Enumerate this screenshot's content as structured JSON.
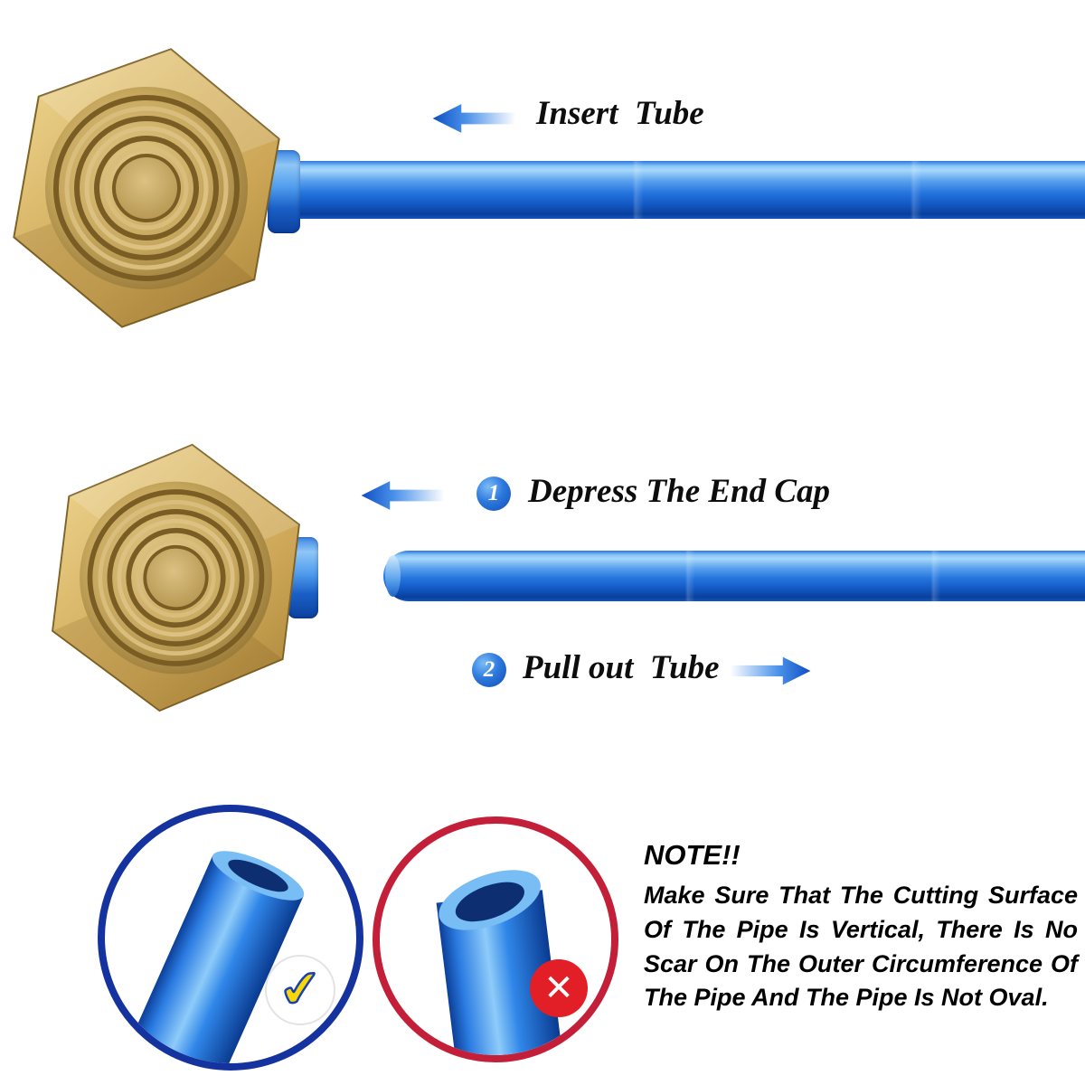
{
  "colors": {
    "tube_blue": "#1565d8",
    "tube_highlight": "#a6d8fb",
    "brass_light": "#f0d894",
    "brass_dark": "#aa8438",
    "arrow_blue": "#0f4ec4",
    "step_badge_blue": "#0f4cb4",
    "good_circle_border": "#15339e",
    "bad_circle_border": "#c41f39",
    "check_yellow": "#f7d708",
    "check_outline": "#1a3fb0",
    "cross_red": "#e21f26",
    "text_black": "#0d0d0d"
  },
  "top": {
    "insert_label": "Insert  Tube"
  },
  "middle": {
    "step1": {
      "number": "1",
      "label": "Depress The End Cap"
    },
    "step2": {
      "number": "2",
      "label": "Pull out  Tube"
    }
  },
  "bottom": {
    "check_icon": "✔",
    "cross_icon": "✕",
    "note_title": "NOTE!!",
    "note_body": "Make Sure That The Cutting Surface Of The Pipe Is Vertical, There Is No Scar On The Outer Circumference Of The Pipe And The Pipe Is Not Oval."
  }
}
